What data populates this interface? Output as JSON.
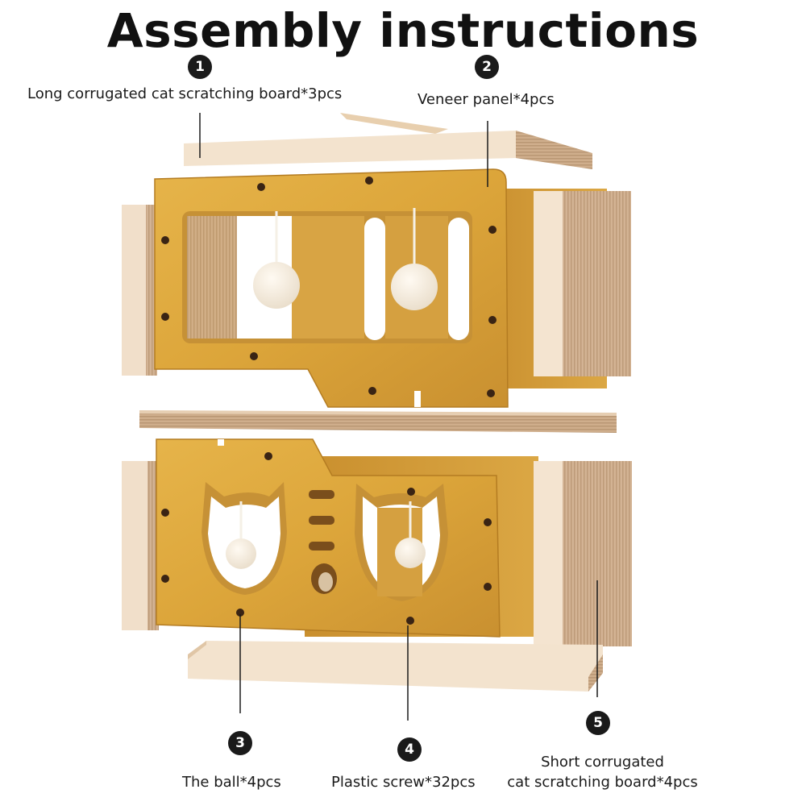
{
  "title": "Assembly instructions",
  "parts": [
    {
      "number": "1",
      "label": "Long corrugated cat scratching board*3pcs"
    },
    {
      "number": "2",
      "label": "Veneer panel*4pcs"
    },
    {
      "number": "3",
      "label": "The ball*4pcs"
    },
    {
      "number": "4",
      "label": "Plastic screw*32pcs"
    },
    {
      "number": "5",
      "label_line1": "Short corrugated",
      "label_line2": "cat scratching board*4pcs"
    }
  ],
  "colors": {
    "wood": "#e0ab3c",
    "wood_dark": "#c48a26",
    "cardboard_face": "#f4e2cc",
    "cardboard_edge": "#c8a98c",
    "screw": "#3a2414",
    "ball": "#f6efe4"
  }
}
